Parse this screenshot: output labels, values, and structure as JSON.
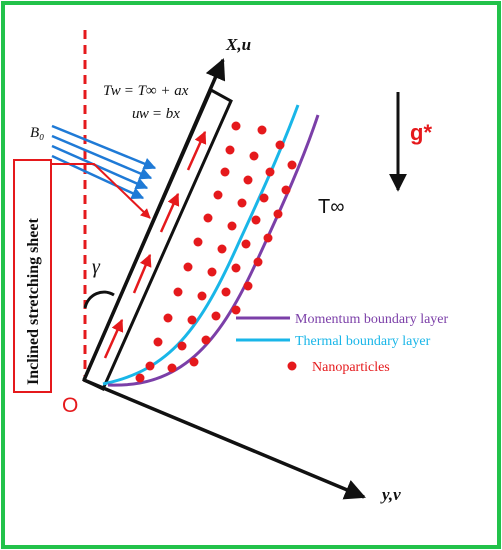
{
  "colors": {
    "frame": "#22c24a",
    "red": "#e5191c",
    "blue": "#1f7ad6",
    "cyan": "#19b6e8",
    "purple": "#7b3fa8",
    "black": "#111111"
  },
  "axes": {
    "x_label": "X,u",
    "y_label": "y,v",
    "origin": "O",
    "angle": "γ"
  },
  "equations": {
    "tw": "Tᴡ = T∞ + ax",
    "uw": "uᴡ = bx"
  },
  "field": {
    "b0": "B₀"
  },
  "gravity": {
    "label": "g*"
  },
  "far_field": {
    "label": "T∞"
  },
  "sheet_label": "Inclined stretching sheet",
  "legend": [
    {
      "label": "Momentum boundary layer",
      "color": "#7b3fa8",
      "marker": "line"
    },
    {
      "label": "Thermal boundary layer",
      "color": "#19b6e8",
      "marker": "line"
    },
    {
      "label": "Nanoparticles",
      "color": "#e5191c",
      "marker": "dot"
    }
  ]
}
